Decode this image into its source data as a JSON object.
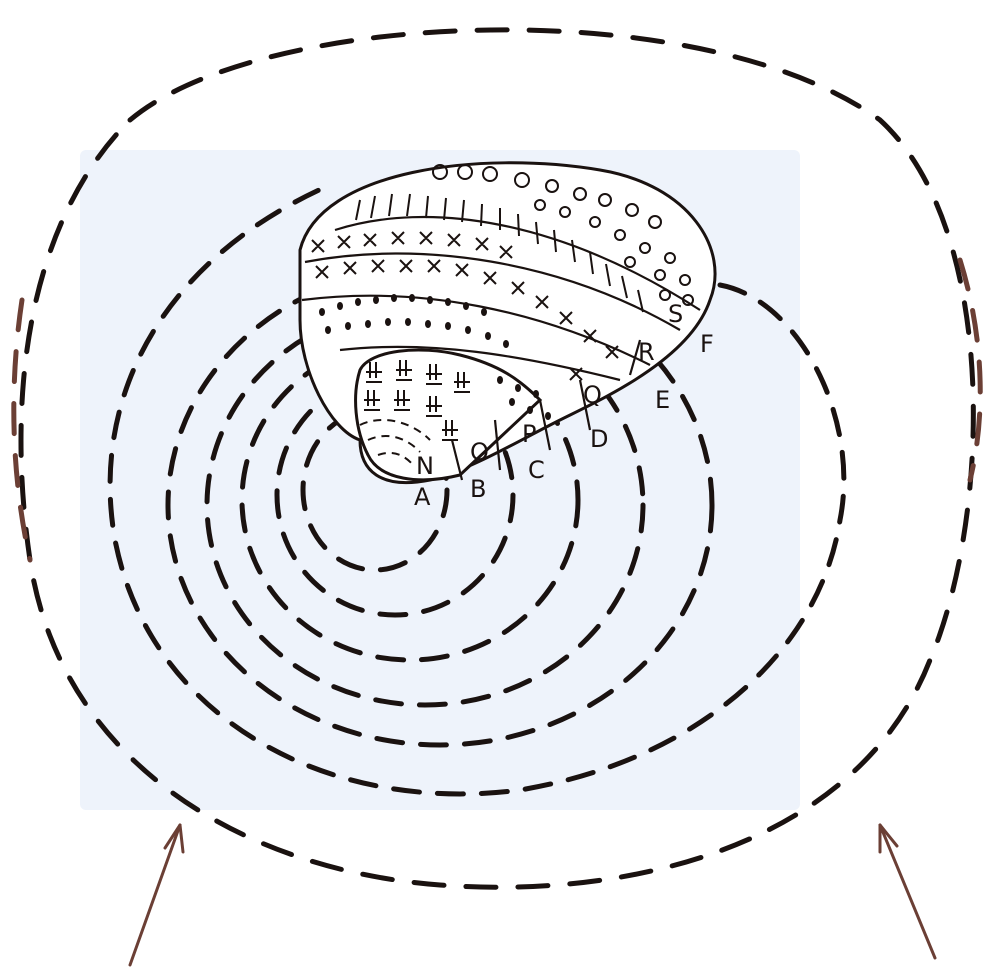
{
  "diagram": {
    "ring_labels": [
      "A",
      "B",
      "C",
      "D",
      "E",
      "F"
    ],
    "lobe_labels": [
      "N",
      "O",
      "P",
      "Q",
      "R",
      "S"
    ],
    "line_color": "#1a1210",
    "arrow_color": "#6b3f35",
    "background_tint": "#eef3fb"
  }
}
